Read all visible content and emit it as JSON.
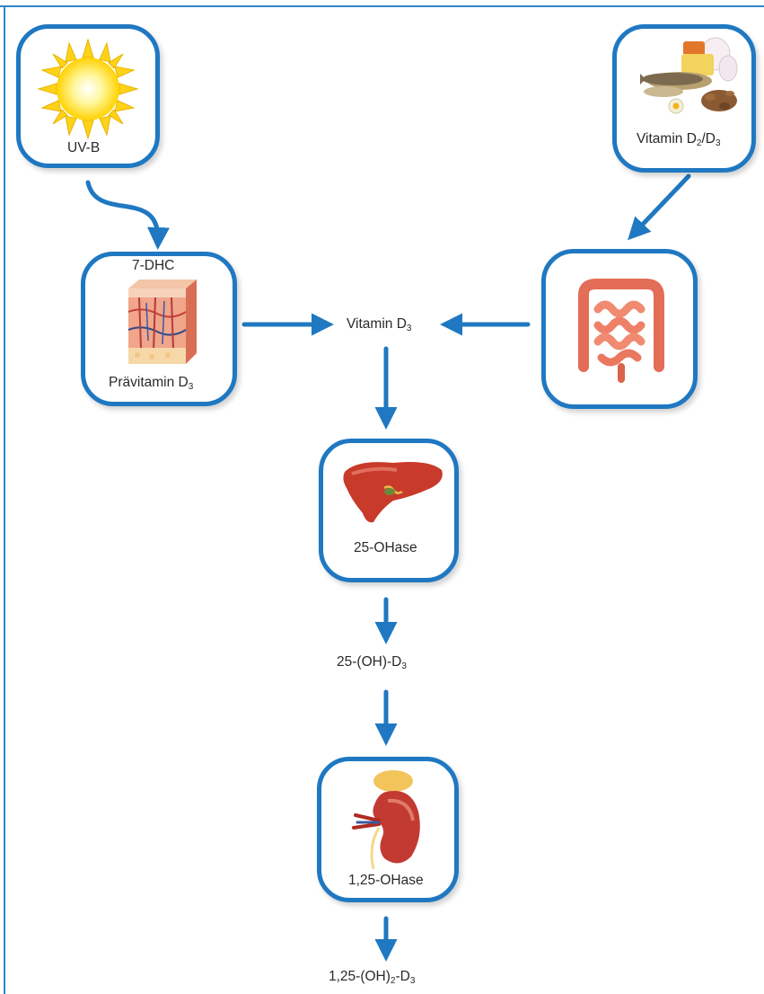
{
  "colors": {
    "accent": "#1f78c1",
    "frame": "#2f86c8",
    "text": "#2a2a2a"
  },
  "nodes": {
    "sun": {
      "icon": "sun-icon",
      "label": "UV-B"
    },
    "food": {
      "icon": "food-icon",
      "label_main": "Vitamin D",
      "label_sub1": "2",
      "label_sep": "/D",
      "label_sub2": "3"
    },
    "skin": {
      "icon": "skin-icon",
      "top_label": "7-DHC",
      "bottom_main": "Prävitamin D",
      "bottom_sub": "3"
    },
    "intestine": {
      "icon": "intestine-icon"
    },
    "liver": {
      "icon": "liver-icon",
      "label": "25-OHase"
    },
    "kidney": {
      "icon": "kidney-icon",
      "label": "1,25-OHase"
    }
  },
  "intermediates": {
    "vitamin_d3": {
      "main": "Vitamin D",
      "sub": "3"
    },
    "hydroxy_d3": {
      "main": "25-(OH)-D",
      "sub": "3"
    },
    "dihydroxy_d3": {
      "main": "1,25-(OH)",
      "sub1": "2",
      "mid": "-D",
      "sub2": "3"
    }
  }
}
